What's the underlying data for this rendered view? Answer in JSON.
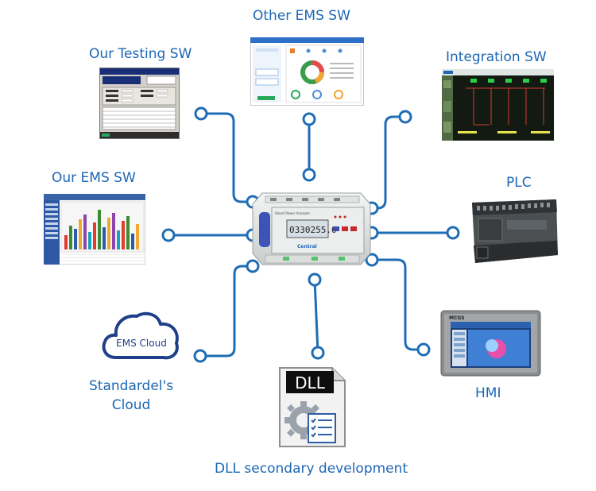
{
  "colors": {
    "accent": "#1c67b4",
    "line": "#1f6db4"
  },
  "labels": {
    "other_ems": "Other EMS SW",
    "our_testing": "Our Testing SW",
    "integration": "Integration SW",
    "our_ems": "Our EMS SW",
    "plc": "PLC",
    "cloud_caption": "Standardel's\nCloud",
    "hmi": "HMI",
    "dll": "DLL secondary development"
  },
  "cloud": {
    "text": "EMS Cloud"
  },
  "dll_icon": {
    "text": "DLL"
  },
  "meter": {
    "brand": "Smart Power Analyzer",
    "display": "0330255.0",
    "maker": "Central"
  },
  "hmi_device": {
    "brand": "MCGS"
  },
  "icons": [
    "cloud-icon",
    "dll-file-icon",
    "gear-icon",
    "power-meter-icon",
    "plc-icon",
    "hmi-icon"
  ]
}
